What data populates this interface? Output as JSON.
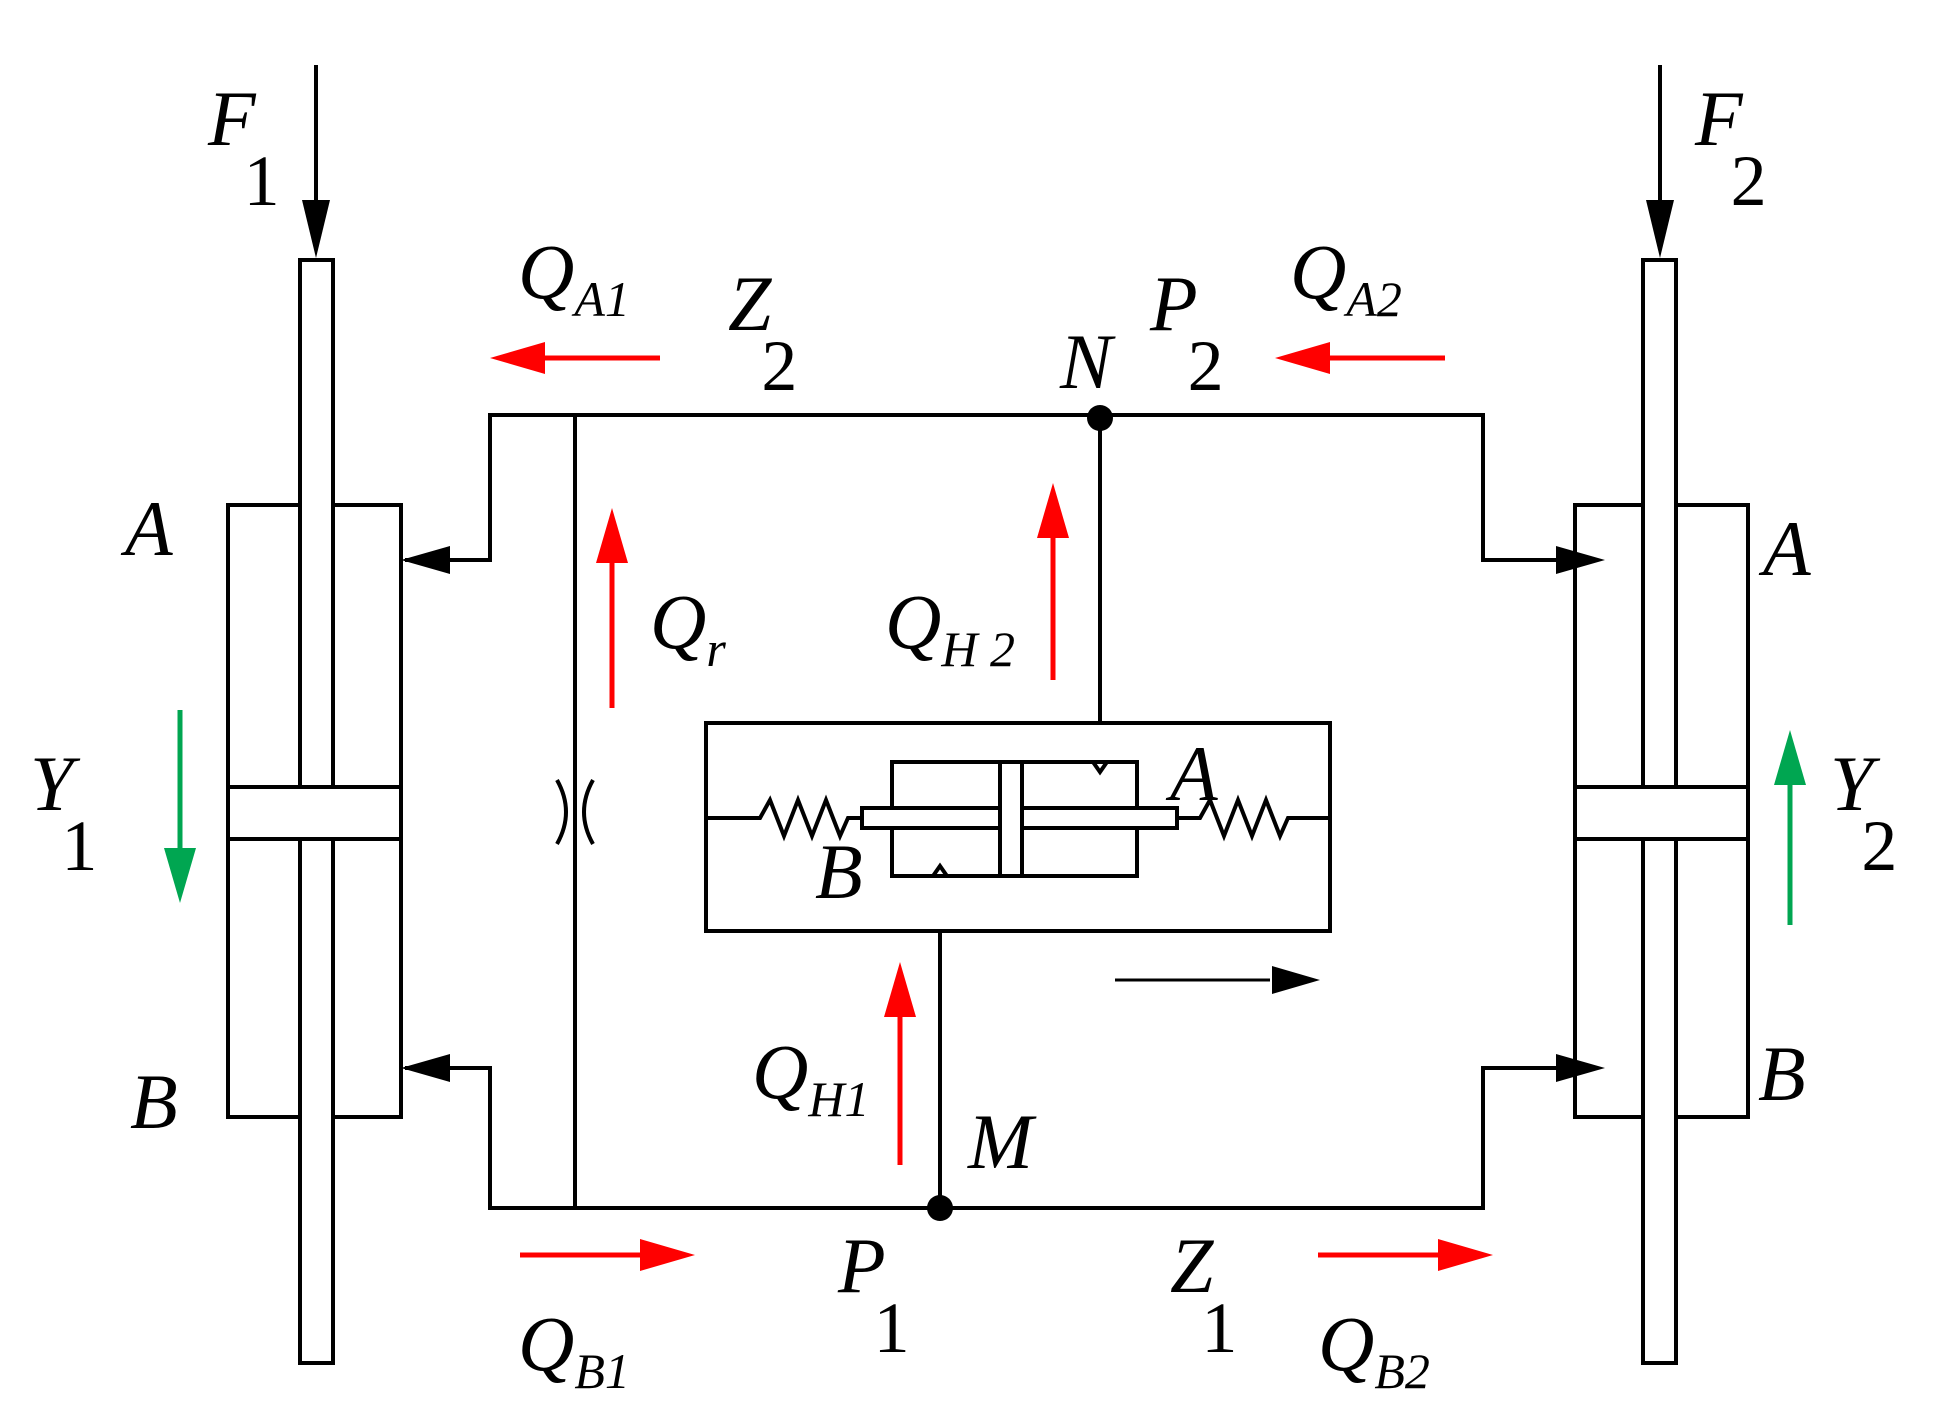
{
  "colors": {
    "line": "#000000",
    "flow": "#ff0000",
    "motion": "#00a651"
  },
  "labels": {
    "F1": {
      "main": "F",
      "sub": "1"
    },
    "F2": {
      "main": "F",
      "sub": "2"
    },
    "QA1": {
      "main": "Q",
      "sub": "A1"
    },
    "QA2": {
      "main": "Q",
      "sub": "A2"
    },
    "QB1": {
      "main": "Q",
      "sub": "B1"
    },
    "QB2": {
      "main": "Q",
      "sub": "B2"
    },
    "Qr": {
      "main": "Q",
      "sub": "r"
    },
    "QH1": {
      "main": "Q",
      "sub": "H1"
    },
    "QH2": {
      "main": "Q",
      "sub": "H 2"
    },
    "Z1": {
      "main": "Z",
      "sub": "1"
    },
    "Z2": {
      "main": "Z",
      "sub": "2"
    },
    "P1": {
      "main": "P",
      "sub": "1"
    },
    "P2": {
      "main": "P",
      "sub": "2"
    },
    "Y1": {
      "main": "Y",
      "sub": "1"
    },
    "Y2": {
      "main": "Y",
      "sub": "2"
    },
    "N": "N",
    "M": "M",
    "A_left": "A",
    "B_left": "B",
    "A_right": "A",
    "B_right": "B",
    "A_valve": "A",
    "B_valve": "B"
  }
}
